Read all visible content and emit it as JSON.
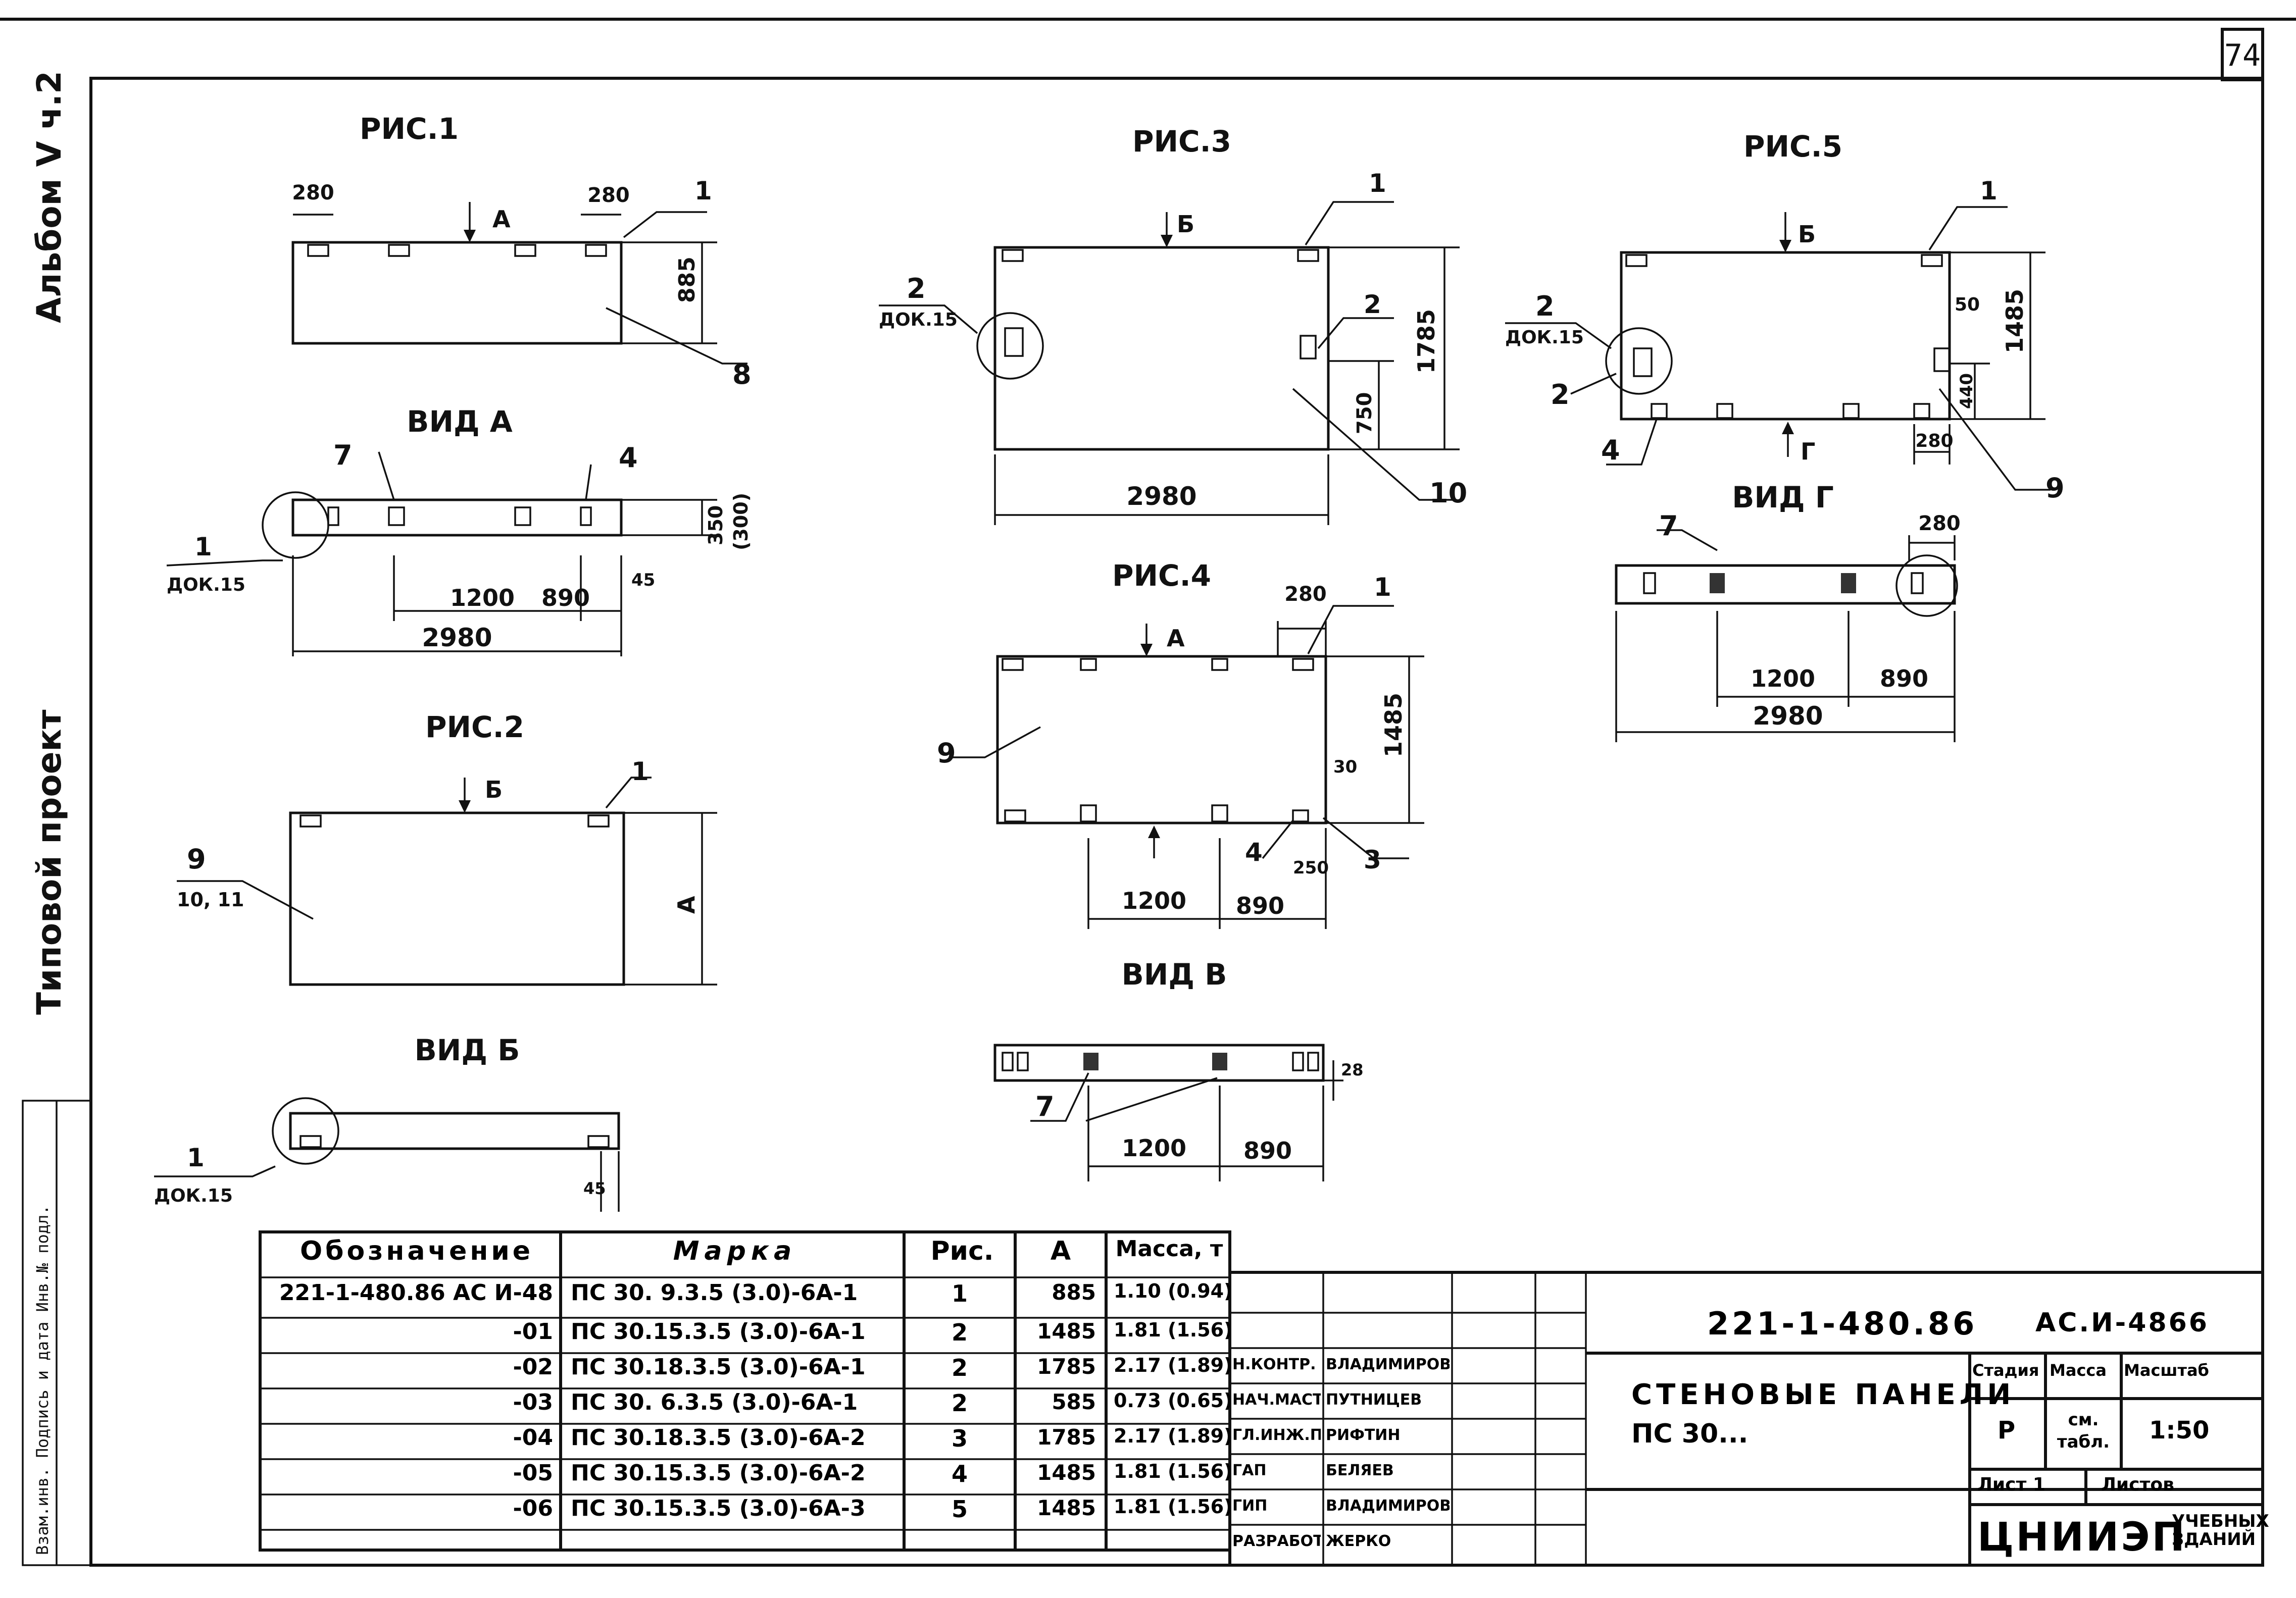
{
  "sheet": {
    "number": "74",
    "margin_album": "Альбом V ч.2",
    "margin_project": "Типовой проект",
    "margin_stamp": "Взам.инв. Подпись и дата Инв.№ подл.",
    "doc_code": "221-1-480.86",
    "doc_code2": "АС.И-4866",
    "title_line1": "Стеновые панели",
    "title_line2": "ПС 30...",
    "stage_label": "Стадия",
    "mass_label": "Масса",
    "scale_label": "Масштаб",
    "stage": "Р",
    "mass_value": "см. табл.",
    "scale": "1:50",
    "sheet_label": "Лист 1",
    "sheets_label": "Листов",
    "org": "ЦНИИЭП",
    "org_sub": "учебных зданий"
  },
  "roles": [
    {
      "role": "Н.контр.",
      "name": "Владимиров"
    },
    {
      "role": "Нач.маст.",
      "name": "Путницев"
    },
    {
      "role": "Гл.инж.пр.",
      "name": "Рифтин"
    },
    {
      "role": "ГАП",
      "name": "Беляев"
    },
    {
      "role": "ГИП",
      "name": "Владимиров"
    },
    {
      "role": "Разработ.",
      "name": "Жерко"
    }
  ],
  "figures": {
    "fig1": {
      "title": "РИС.1",
      "d1": "280",
      "d2": "280",
      "h": "885",
      "arrow": "А",
      "n1": "1",
      "n8": "8"
    },
    "fig2": {
      "title": "РИС.2",
      "arrow": "Б",
      "n1": "1",
      "n9": "9",
      "n1011": "10, 11",
      "h": "А"
    },
    "fig3": {
      "title": "РИС.3",
      "arrow": "Б",
      "w": "2980",
      "h": "1785",
      "h2": "750",
      "n1": "1",
      "n2a": "2",
      "dok": "ДОК.15",
      "n2b": "2",
      "n10": "10"
    },
    "fig4": {
      "title": "РИС.4",
      "arrow": "А",
      "d": "280",
      "h": "1485",
      "d30": "30",
      "d250": "250",
      "w1": "1200",
      "w2": "890",
      "n1": "1",
      "n9": "9",
      "n4": "4",
      "n3": "3"
    },
    "fig5": {
      "title": "РИС.5",
      "arrow_top": "Б",
      "arrow_bot": "Г",
      "h": "1485",
      "d50": "50",
      "d440": "440",
      "d280": "280",
      "n1": "1",
      "n2a": "2",
      "dok": "ДОК.15",
      "n2b": "2",
      "n4": "4",
      "n9": "9"
    },
    "viewA": {
      "title": "ВИД А",
      "n7": "7",
      "n4": "4",
      "n1": "1",
      "dok": "ДОК.15",
      "d350": "350",
      "d300": "(300)",
      "d45": "45",
      "w1": "1200",
      "w2": "890",
      "w": "2980"
    },
    "viewB": {
      "title": "ВИД Б",
      "n1": "1",
      "dok": "ДОК.15",
      "d45": "45"
    },
    "viewV": {
      "title": "ВИД В",
      "n7": "7",
      "d28": "28",
      "w1": "1200",
      "w2": "890"
    },
    "viewG": {
      "title": "ВИД Г",
      "n7": "7",
      "d280": "280",
      "w1": "1200",
      "w2": "890",
      "w": "2980"
    }
  },
  "table": {
    "headers": [
      "Обозначение",
      "Марка",
      "Рис.",
      "А",
      "Масса, т"
    ],
    "rows": [
      [
        "221-1-480.86 АС И-48",
        "ПС 30. 9.3.5 (3.0)-6А-1",
        "1",
        "885",
        "1.10 (0.94)"
      ],
      [
        "-01",
        "ПС 30.15.3.5 (3.0)-6А-1",
        "2",
        "1485",
        "1.81 (1.56)"
      ],
      [
        "-02",
        "ПС 30.18.3.5 (3.0)-6А-1",
        "2",
        "1785",
        "2.17 (1.89)"
      ],
      [
        "-03",
        "ПС 30. 6.3.5 (3.0)-6А-1",
        "2",
        "585",
        "0.73 (0.65)"
      ],
      [
        "-04",
        "ПС 30.18.3.5 (3.0)-6А-2",
        "3",
        "1785",
        "2.17 (1.89)"
      ],
      [
        "-05",
        "ПС 30.15.3.5 (3.0)-6А-2",
        "4",
        "1485",
        "1.81 (1.56)"
      ],
      [
        "-06",
        "ПС 30.15.3.5 (3.0)-6А-3",
        "5",
        "1485",
        "1.81 (1.56)"
      ]
    ]
  }
}
